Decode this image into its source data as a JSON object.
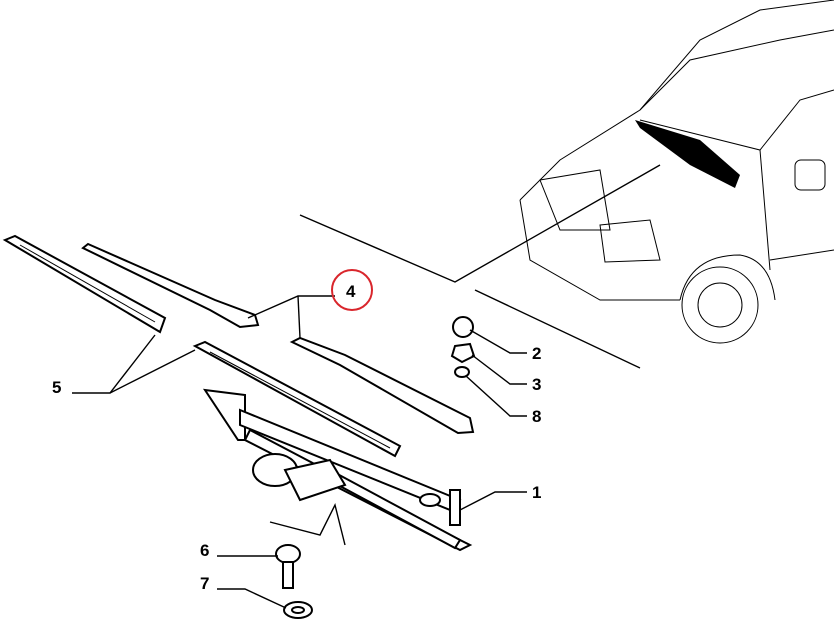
{
  "diagram": {
    "callouts": [
      {
        "id": "1",
        "part": "wiper-linkage-motor-assembly"
      },
      {
        "id": "2",
        "part": "cap"
      },
      {
        "id": "3",
        "part": "nut"
      },
      {
        "id": "4",
        "part": "wiper-arm",
        "highlighted": true
      },
      {
        "id": "5",
        "part": "wiper-blade"
      },
      {
        "id": "6",
        "part": "bolt"
      },
      {
        "id": "7",
        "part": "washer"
      },
      {
        "id": "8",
        "part": "seal"
      }
    ],
    "highlight_color": "#d9262c"
  }
}
